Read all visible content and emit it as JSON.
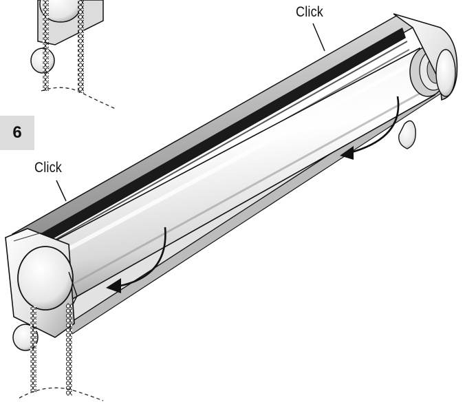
{
  "step": {
    "number": "6"
  },
  "callouts": {
    "top_right": "Click",
    "left": "Click"
  }
}
